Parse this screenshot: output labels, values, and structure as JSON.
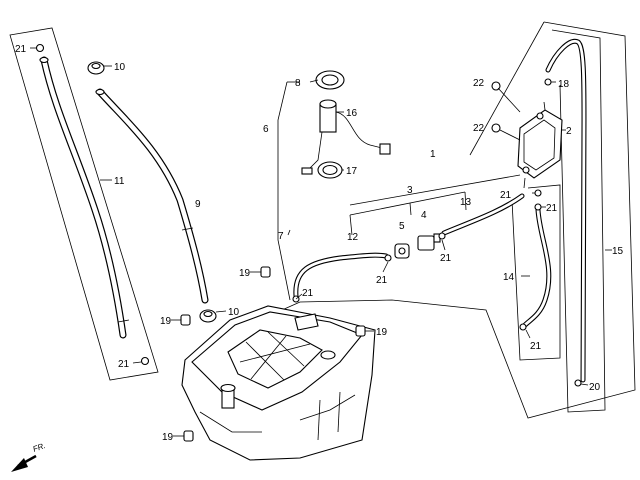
{
  "callouts": {
    "c1": "1",
    "c2": "2",
    "c3": "3",
    "c4": "4",
    "c5": "5",
    "c6": "6",
    "c7": "7",
    "c8": "8",
    "c9": "9",
    "c10a": "10",
    "c10b": "10",
    "c11": "11",
    "c12": "12",
    "c13": "13",
    "c14": "14",
    "c15": "15",
    "c16": "16",
    "c17": "17",
    "c18": "18",
    "c19a": "19",
    "c19b": "19",
    "c19c": "19",
    "c19d": "19",
    "c20": "20",
    "c21a": "21",
    "c21b": "21",
    "c21c": "21",
    "c21d": "21",
    "c21e": "21",
    "c21f": "21",
    "c21g": "21",
    "c21h": "21",
    "c22a": "22",
    "c22b": "22"
  },
  "direction_label": "FR.",
  "colors": {
    "line": "#000000",
    "background": "#ffffff"
  }
}
